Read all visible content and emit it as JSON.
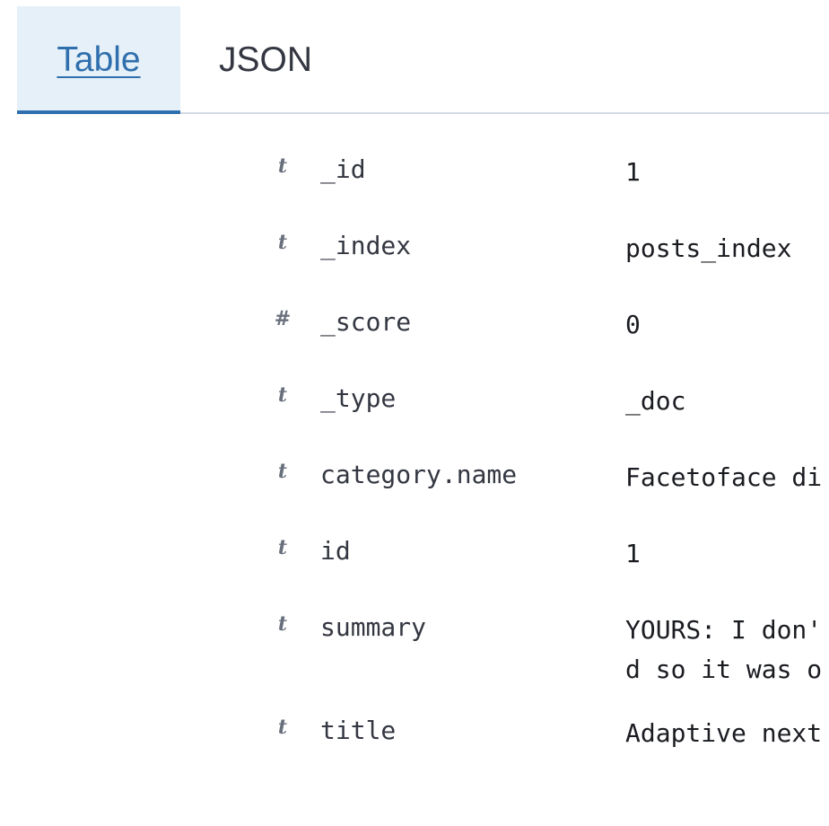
{
  "tabs": [
    {
      "label": "Table",
      "selected": true
    },
    {
      "label": "JSON",
      "selected": false
    }
  ],
  "fields": [
    {
      "type_icon": "t",
      "type": "string",
      "name": "_id",
      "value_lines": [
        "1"
      ]
    },
    {
      "type_icon": "t",
      "type": "string",
      "name": "_index",
      "value_lines": [
        "posts_index"
      ]
    },
    {
      "type_icon": "#",
      "type": "number",
      "name": "_score",
      "value_lines": [
        "0"
      ]
    },
    {
      "type_icon": "t",
      "type": "string",
      "name": "_type",
      "value_lines": [
        "_doc"
      ]
    },
    {
      "type_icon": "t",
      "type": "string",
      "name": "category.name",
      "value_lines": [
        "Facetoface di"
      ]
    },
    {
      "type_icon": "t",
      "type": "string",
      "name": "id",
      "value_lines": [
        "1"
      ]
    },
    {
      "type_icon": "t",
      "type": "string",
      "name": "summary",
      "value_lines": [
        "YOURS: I don'",
        "d so it was o"
      ]
    },
    {
      "type_icon": "t",
      "type": "string",
      "name": "title",
      "value_lines": [
        "Adaptive next"
      ]
    }
  ],
  "colors": {
    "accent": "#2f6fad",
    "selected_tab_bg": "#e6f0f8",
    "tab_border": "#d3dae6",
    "type_icon": "#69707d"
  }
}
